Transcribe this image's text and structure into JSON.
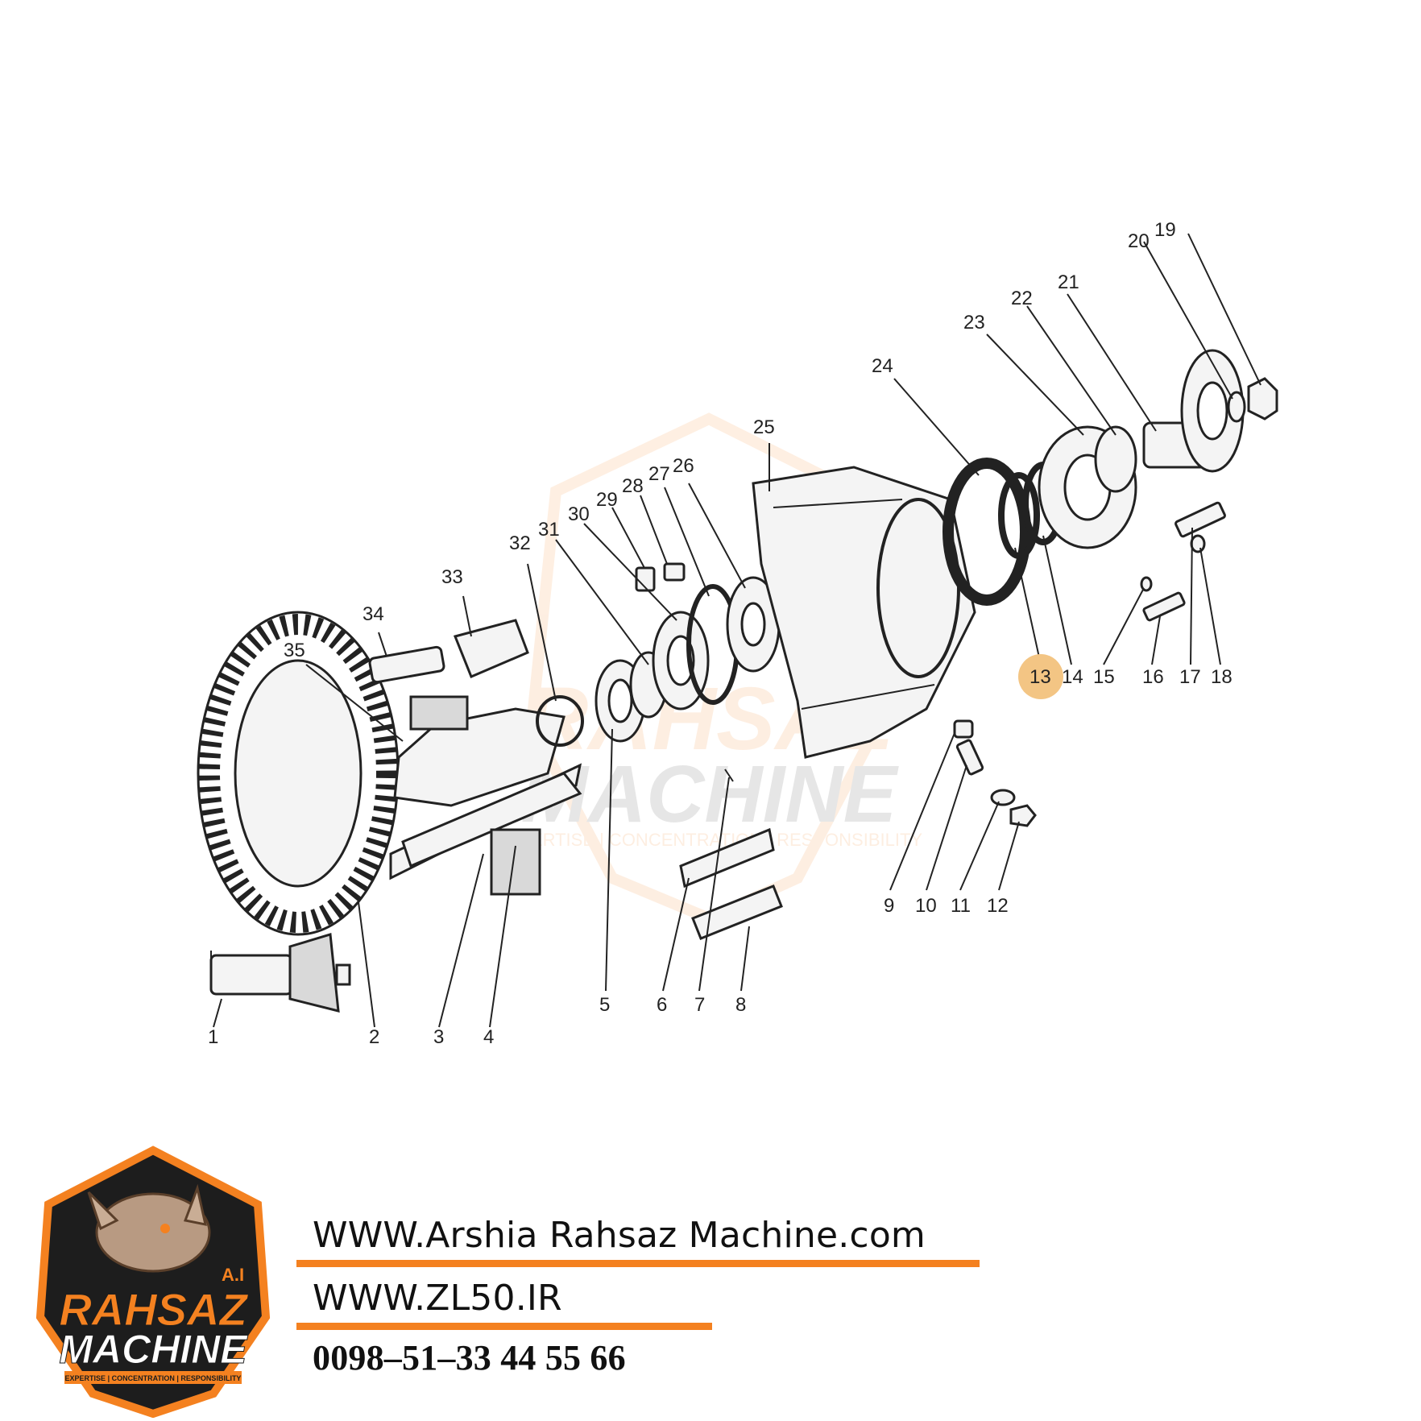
{
  "colors": {
    "accent_orange": "#f48120",
    "highlight_circle": "#f3c584",
    "line": "#222222",
    "logo_dark": "#1d1d1d"
  },
  "diagram": {
    "callouts": [
      "1",
      "2",
      "3",
      "4",
      "5",
      "6",
      "7",
      "8",
      "9",
      "10",
      "11",
      "12",
      "13",
      "14",
      "15",
      "16",
      "17",
      "18",
      "19",
      "20",
      "21",
      "22",
      "23",
      "24",
      "25",
      "26",
      "27",
      "28",
      "29",
      "30",
      "31",
      "32",
      "33",
      "34",
      "35"
    ],
    "highlighted_callout": "13"
  },
  "watermark": {
    "brand_top": "RAHSAZ",
    "brand_bottom": "MACHINE",
    "tagline": "EXPERTISE | CONCENTRATION | RESPONSIBILITY"
  },
  "logo": {
    "initials": "A.I",
    "brand_top": "RAHSAZ",
    "brand_bottom": "MACHINE",
    "tagline": "EXPERTISE | CONCENTRATION | RESPONSIBILITY",
    "icon": "rhino-head-icon"
  },
  "contact": {
    "website_1": "WWW.Arshia Rahsaz Machine.com",
    "website_2": "WWW.ZL50.IR",
    "phone": "0098–51–33 44 55 66"
  }
}
